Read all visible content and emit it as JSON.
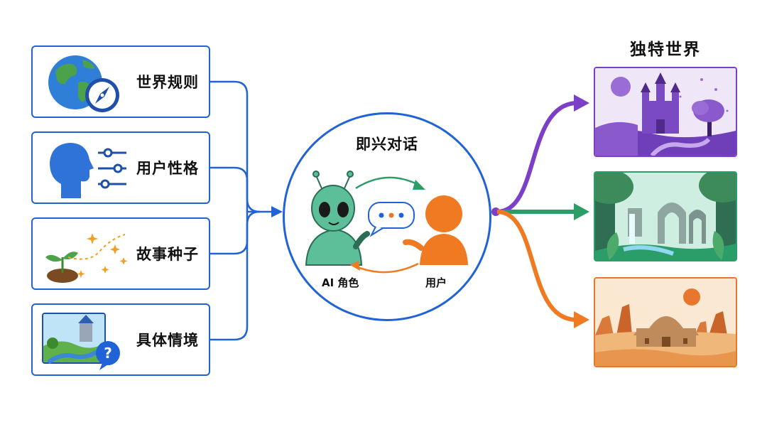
{
  "inputs": [
    {
      "label": "世界规则",
      "icon": "globe-compass-icon"
    },
    {
      "label": "用户性格",
      "icon": "head-sliders-icon"
    },
    {
      "label": "故事种子",
      "icon": "sprout-sparkles-icon"
    },
    {
      "label": "具体情境",
      "icon": "landscape-question-icon"
    }
  ],
  "center": {
    "title": "即兴对话",
    "ai_label": "AI 角色",
    "user_label": "用户"
  },
  "output": {
    "title": "独特世界",
    "worlds": [
      {
        "name": "fantasy-castle",
        "color": "#7c3fc8"
      },
      {
        "name": "jungle-ruins",
        "color": "#2a9d68"
      },
      {
        "name": "desert-city",
        "color": "#e8762c"
      }
    ]
  },
  "colors": {
    "connector": "#1f63d6",
    "ai_character": "#5cbf9a",
    "user": "#f07a22",
    "purple": "#7c3fc8",
    "green": "#2a9d68",
    "orange": "#e8762c"
  }
}
